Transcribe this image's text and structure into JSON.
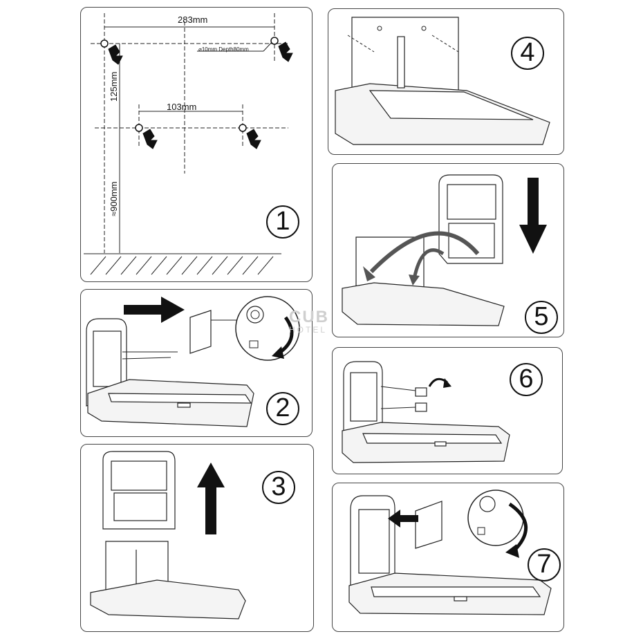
{
  "steps": [
    "1",
    "2",
    "3",
    "4",
    "5",
    "6",
    "7"
  ],
  "dimensions": {
    "width_top": "283mm",
    "drill": "⌀10mm Depth80mm",
    "height_left": "125mm",
    "width_inner": "103mm",
    "floor_height": "≈900mm"
  },
  "watermark": {
    "line1": "CUB",
    "line2": "HOTEL"
  }
}
